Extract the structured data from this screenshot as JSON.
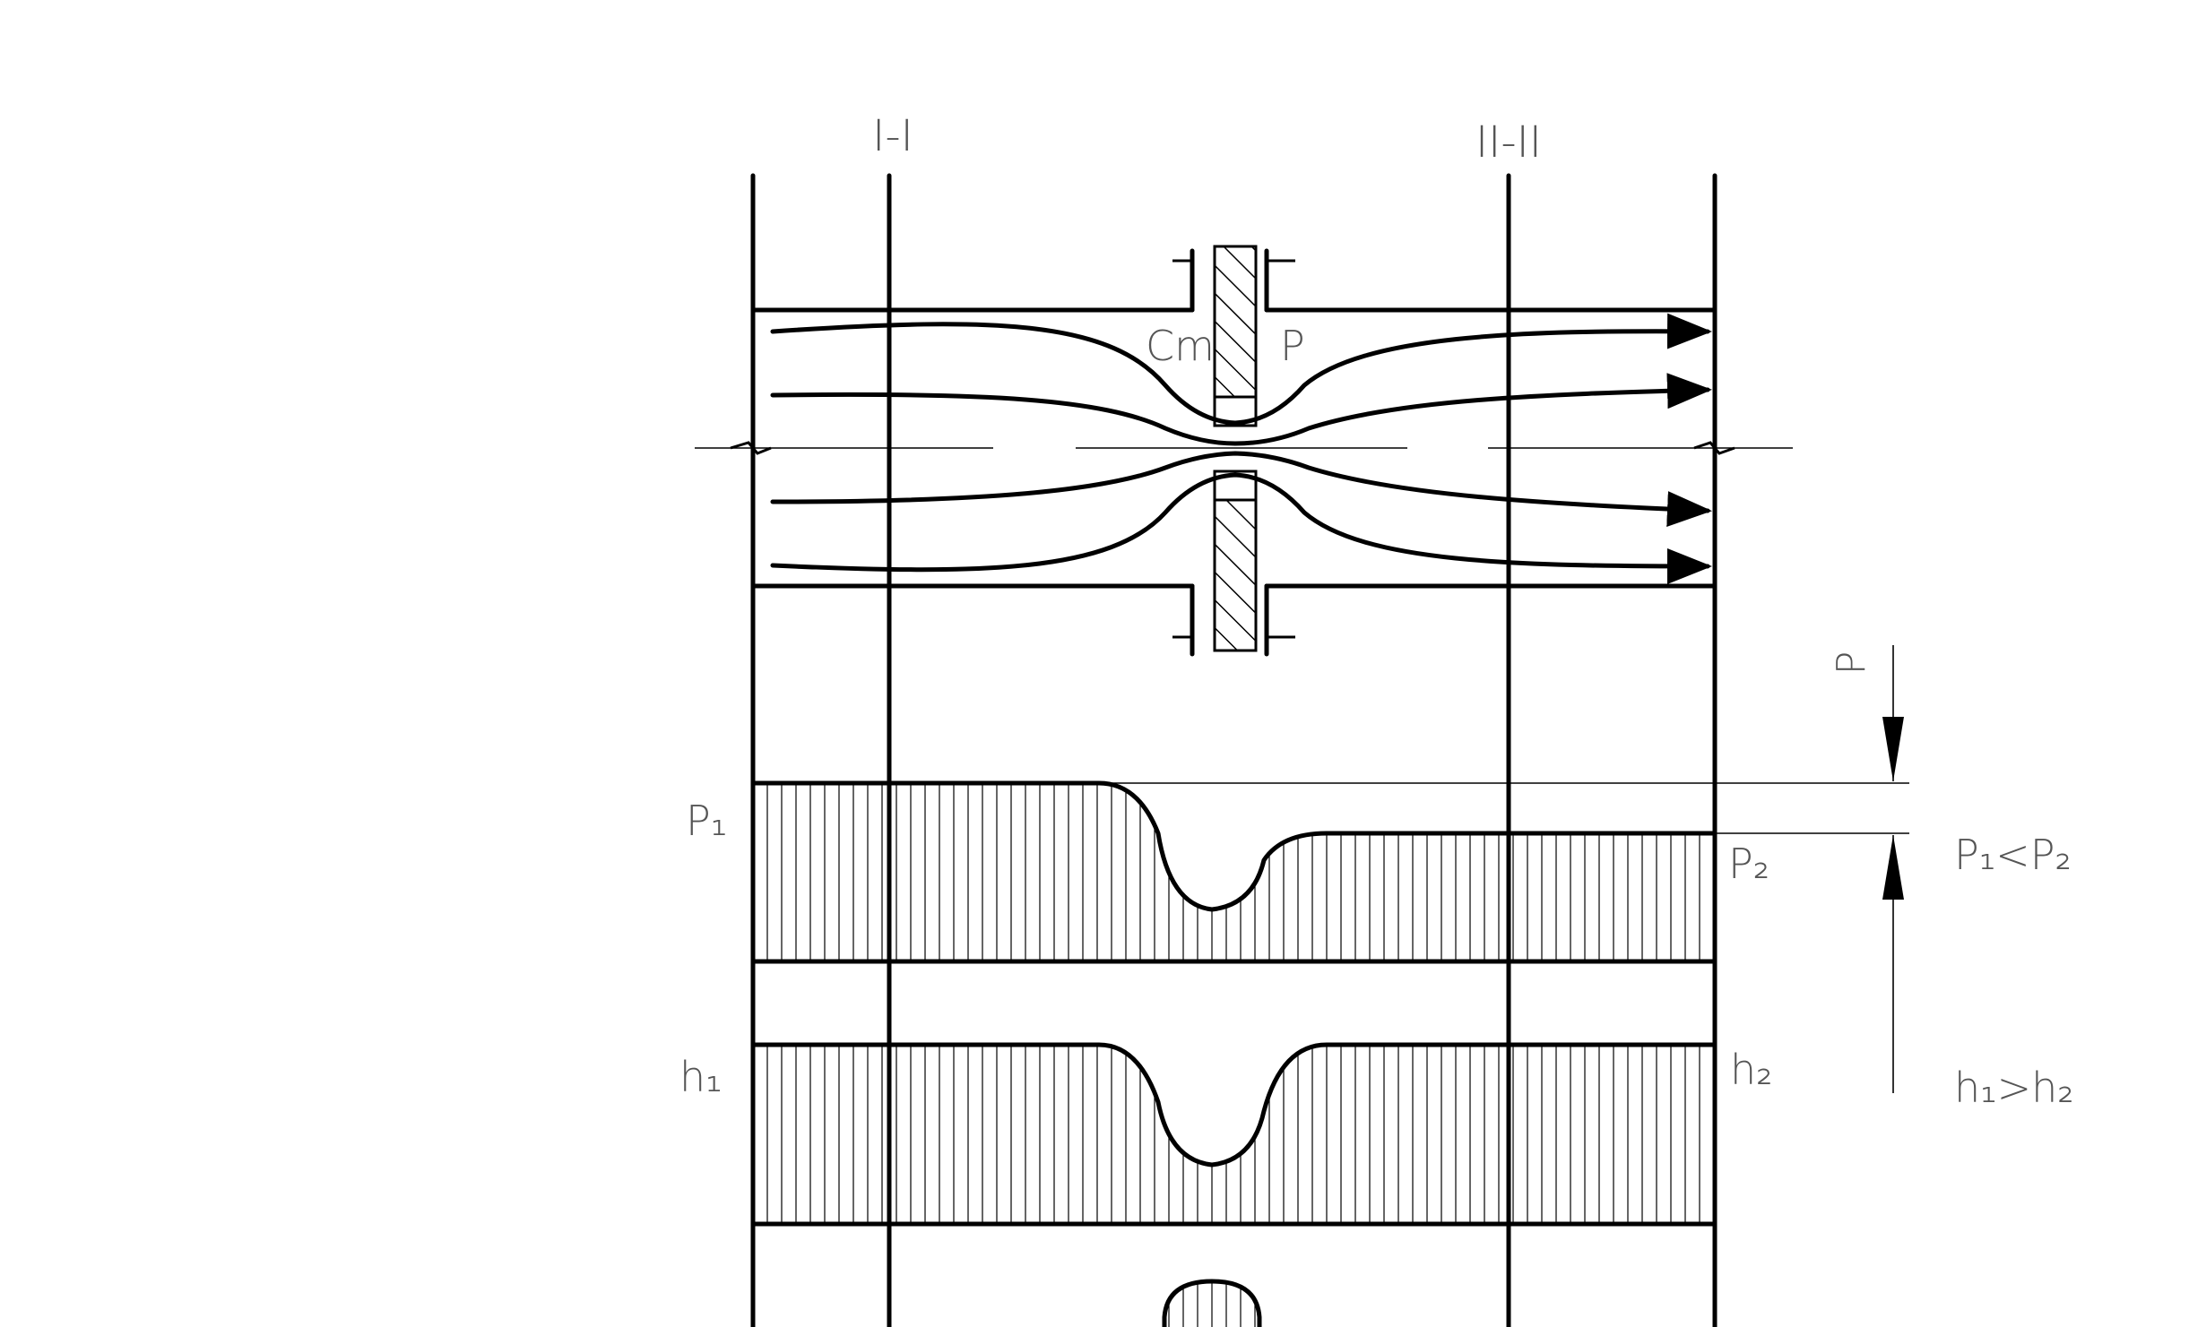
{
  "sections": {
    "left": "I-I",
    "right": "II-II"
  },
  "flow": {
    "velocity_label": "Cm",
    "pressure_label": "P"
  },
  "pressure": {
    "left": "P₁",
    "right": "P₂",
    "drop_label": "P",
    "relation": "P₁<P₂"
  },
  "head": {
    "left": "h₁",
    "right": "h₂",
    "relation": "h₁>h₂"
  },
  "colors": {
    "line": "#000000",
    "text": "#555555",
    "background": "#ffffff"
  }
}
